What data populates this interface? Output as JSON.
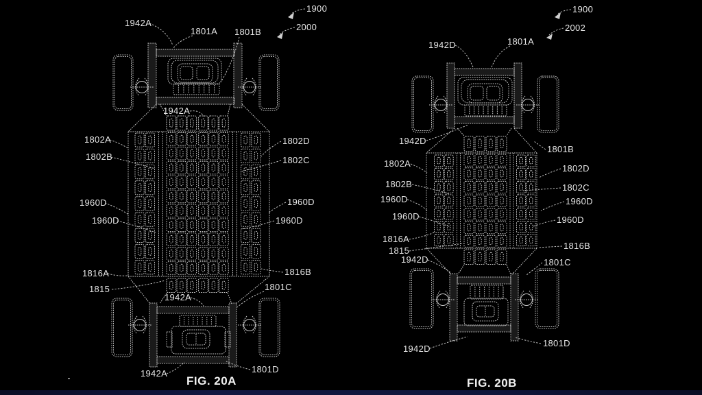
{
  "page": {
    "background": "#000000",
    "bottom_bar_color": "#10153a"
  },
  "figA": {
    "caption": "FIG. 20A",
    "refs": {
      "r1900": "1900",
      "r2000": "2000",
      "r1942A": "1942A",
      "r1801A": "1801A",
      "r1801B": "1801B",
      "r1801C": "1801C",
      "r1801D": "1801D",
      "r1802A": "1802A",
      "r1802B": "1802B",
      "r1802C": "1802C",
      "r1802D": "1802D",
      "r1960D": "1960D",
      "r1816A": "1816A",
      "r1816B": "1816B",
      "r1815": "1815"
    }
  },
  "figB": {
    "caption": "FIG. 20B",
    "refs": {
      "r1900": "1900",
      "r2002": "2002",
      "r1942D": "1942D",
      "r1801A": "1801A",
      "r1801B": "1801B",
      "r1801C": "1801C",
      "r1801D": "1801D",
      "r1802A": "1802A",
      "r1802B": "1802B",
      "r1802C": "1802C",
      "r1802D": "1802D",
      "r1960D": "1960D",
      "r1816A": "1816A",
      "r1816B": "1816B",
      "r1815": "1815"
    }
  }
}
